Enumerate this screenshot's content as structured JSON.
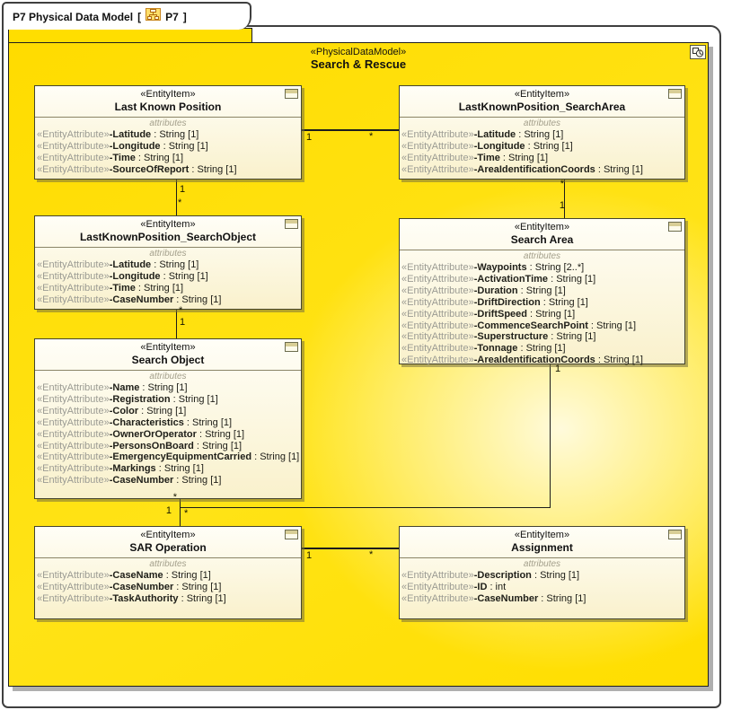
{
  "tab": {
    "title": "P7 Physical Data Model",
    "open_bracket": "[",
    "ref": "P7",
    "close_bracket": "]"
  },
  "package": {
    "stereotype": "«PhysicalDataModel»",
    "name": "Search & Rescue",
    "fill_color": "#FFDE00",
    "icon": "composite-diagram-icon"
  },
  "entities": [
    {
      "key": "last-known-position",
      "stereotype": "«EntityItem»",
      "name": "Last Known Position",
      "section_label": "attributes",
      "attributes": [
        {
          "stereotype": "«EntityAttribute»",
          "name": "-Latitude",
          "type": " : String [1]"
        },
        {
          "stereotype": "«EntityAttribute»",
          "name": "-Longitude",
          "type": " : String [1]"
        },
        {
          "stereotype": "«EntityAttribute»",
          "name": "-Time",
          "type": " : String [1]"
        },
        {
          "stereotype": "«EntityAttribute»",
          "name": "-SourceOfReport",
          "type": " : String [1]"
        }
      ]
    },
    {
      "key": "lastknownposition-searcharea",
      "stereotype": "«EntityItem»",
      "name": "LastKnownPosition_SearchArea",
      "section_label": "attributes",
      "attributes": [
        {
          "stereotype": "«EntityAttribute»",
          "name": "-Latitude",
          "type": " : String [1]"
        },
        {
          "stereotype": "«EntityAttribute»",
          "name": "-Longitude",
          "type": " : String [1]"
        },
        {
          "stereotype": "«EntityAttribute»",
          "name": "-Time",
          "type": " : String [1]"
        },
        {
          "stereotype": "«EntityAttribute»",
          "name": "-AreaIdentificationCoords",
          "type": " : String [1]"
        }
      ]
    },
    {
      "key": "lastknownposition-searchobject",
      "stereotype": "«EntityItem»",
      "name": "LastKnownPosition_SearchObject",
      "section_label": "attributes",
      "attributes": [
        {
          "stereotype": "«EntityAttribute»",
          "name": "-Latitude",
          "type": " : String [1]"
        },
        {
          "stereotype": "«EntityAttribute»",
          "name": "-Longitude",
          "type": " : String [1]"
        },
        {
          "stereotype": "«EntityAttribute»",
          "name": "-Time",
          "type": " : String [1]"
        },
        {
          "stereotype": "«EntityAttribute»",
          "name": "-CaseNumber",
          "type": " : String [1]"
        }
      ]
    },
    {
      "key": "search-area",
      "stereotype": "«EntityItem»",
      "name": "Search Area",
      "section_label": "attributes",
      "attributes": [
        {
          "stereotype": "«EntityAttribute»",
          "name": "-Waypoints",
          "type": " : String [2..*]"
        },
        {
          "stereotype": "«EntityAttribute»",
          "name": "-ActivationTime",
          "type": " : String [1]"
        },
        {
          "stereotype": "«EntityAttribute»",
          "name": "-Duration",
          "type": " : String [1]"
        },
        {
          "stereotype": "«EntityAttribute»",
          "name": "-DriftDirection",
          "type": " : String [1]"
        },
        {
          "stereotype": "«EntityAttribute»",
          "name": "-DriftSpeed",
          "type": " : String [1]"
        },
        {
          "stereotype": "«EntityAttribute»",
          "name": "-CommenceSearchPoint",
          "type": " : String [1]"
        },
        {
          "stereotype": "«EntityAttribute»",
          "name": "-Superstructure",
          "type": " : String [1]"
        },
        {
          "stereotype": "«EntityAttribute»",
          "name": "-Tonnage",
          "type": " : String [1]"
        },
        {
          "stereotype": "«EntityAttribute»",
          "name": "-AreaIdentificationCoords",
          "type": " : String [1]"
        }
      ]
    },
    {
      "key": "search-object",
      "stereotype": "«EntityItem»",
      "name": "Search Object",
      "section_label": "attributes",
      "attributes": [
        {
          "stereotype": "«EntityAttribute»",
          "name": "-Name",
          "type": " : String [1]"
        },
        {
          "stereotype": "«EntityAttribute»",
          "name": "-Registration",
          "type": " : String [1]"
        },
        {
          "stereotype": "«EntityAttribute»",
          "name": "-Color",
          "type": " : String [1]"
        },
        {
          "stereotype": "«EntityAttribute»",
          "name": "-Characteristics",
          "type": " : String [1]"
        },
        {
          "stereotype": "«EntityAttribute»",
          "name": "-OwnerOrOperator",
          "type": " : String [1]"
        },
        {
          "stereotype": "«EntityAttribute»",
          "name": "-PersonsOnBoard",
          "type": " : String [1]"
        },
        {
          "stereotype": "«EntityAttribute»",
          "name": "-EmergencyEquipmentCarried",
          "type": " : String [1]"
        },
        {
          "stereotype": "«EntityAttribute»",
          "name": "-Markings",
          "type": " : String [1]"
        },
        {
          "stereotype": "«EntityAttribute»",
          "name": "-CaseNumber",
          "type": " : String [1]"
        }
      ]
    },
    {
      "key": "sar-operation",
      "stereotype": "«EntityItem»",
      "name": "SAR Operation",
      "section_label": "attributes",
      "attributes": [
        {
          "stereotype": "«EntityAttribute»",
          "name": "-CaseName",
          "type": " : String [1]"
        },
        {
          "stereotype": "«EntityAttribute»",
          "name": "-CaseNumber",
          "type": " : String [1]"
        },
        {
          "stereotype": "«EntityAttribute»",
          "name": "-TaskAuthority",
          "type": " : String [1]"
        }
      ]
    },
    {
      "key": "assignment",
      "stereotype": "«EntityItem»",
      "name": "Assignment",
      "section_label": "attributes",
      "attributes": [
        {
          "stereotype": "«EntityAttribute»",
          "name": "-Description",
          "type": " : String [1]"
        },
        {
          "stereotype": "«EntityAttribute»",
          "name": "-ID",
          "type": " : int"
        },
        {
          "stereotype": "«EntityAttribute»",
          "name": "-CaseNumber",
          "type": " : String [1]"
        }
      ]
    }
  ],
  "connectors": [
    {
      "id": "lastknownposition-to-lastknownposition_searcharea",
      "end_a": "1",
      "end_b": "*"
    },
    {
      "id": "lastknownposition-to-lastknownposition_searchobject",
      "end_a": "1",
      "end_b": "*"
    },
    {
      "id": "lastknownposition_searcharea-to-search-area",
      "end_a": "*",
      "end_b": "1"
    },
    {
      "id": "lastknownposition_searchobject-to-search-object",
      "end_a": "*",
      "end_b": "1"
    },
    {
      "id": "search-object-to-sar-operation",
      "end_a": "*",
      "end_b": "1"
    },
    {
      "id": "search-area-to-sar-operation",
      "end_a": "1",
      "end_b": "*"
    },
    {
      "id": "sar-operation-to-assignment",
      "end_a": "1",
      "end_b": "*"
    }
  ]
}
